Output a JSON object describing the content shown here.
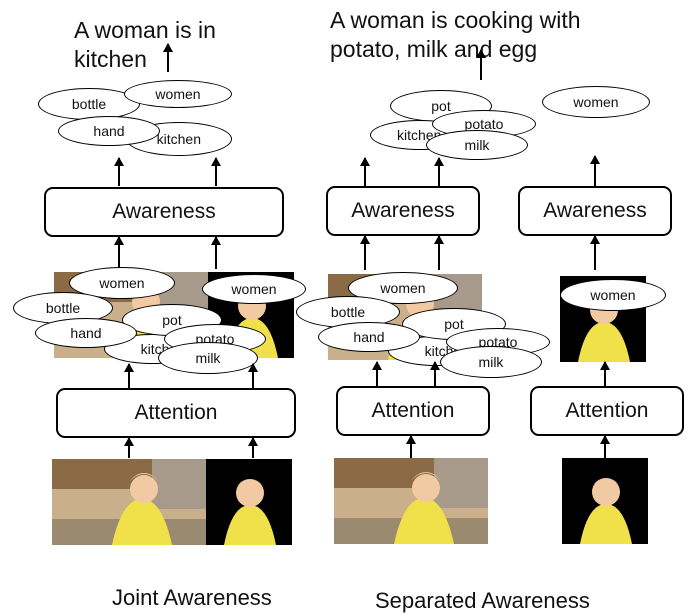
{
  "captions": {
    "joint": "A woman is in kitchen",
    "separated": "A woman is cooking with potato, milk and egg"
  },
  "modules": {
    "awareness": "Awareness",
    "attention": "Attention"
  },
  "concepts": {
    "women": "women",
    "bottle": "bottle",
    "hand": "hand",
    "kitchen": "kitchen",
    "pot": "pot",
    "potato": "potato",
    "milk": "milk"
  },
  "section_labels": {
    "joint": "Joint Awareness",
    "separated": "Separated Awareness"
  }
}
